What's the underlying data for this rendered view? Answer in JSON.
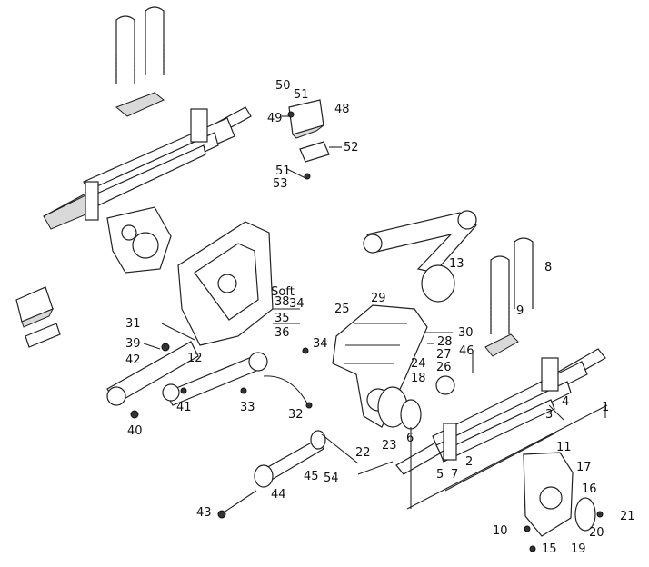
{
  "watermark": "AutoSoft",
  "callouts": [
    {
      "id": "c50",
      "text": "50"
    },
    {
      "id": "c51a",
      "text": "51"
    },
    {
      "id": "c48",
      "text": "48"
    },
    {
      "id": "c49",
      "text": "49"
    },
    {
      "id": "c52",
      "text": "52"
    },
    {
      "id": "c51b",
      "text": "51"
    },
    {
      "id": "c53",
      "text": "53"
    },
    {
      "id": "c13",
      "text": "13"
    },
    {
      "id": "c8",
      "text": "8"
    },
    {
      "id": "c9",
      "text": "9"
    },
    {
      "id": "c29",
      "text": "29"
    },
    {
      "id": "c30",
      "text": "30"
    },
    {
      "id": "c28",
      "text": "28"
    },
    {
      "id": "c27",
      "text": "27"
    },
    {
      "id": "c46",
      "text": "46"
    },
    {
      "id": "c24",
      "text": "24"
    },
    {
      "id": "c26",
      "text": "26"
    },
    {
      "id": "c18",
      "text": "18"
    },
    {
      "id": "c25",
      "text": "25"
    },
    {
      "id": "c34a",
      "text": "34"
    },
    {
      "id": "c35",
      "text": "35"
    },
    {
      "id": "c36",
      "text": "36"
    },
    {
      "id": "c38",
      "text": "38"
    },
    {
      "id": "c31",
      "text": "31"
    },
    {
      "id": "c39",
      "text": "39"
    },
    {
      "id": "c42",
      "text": "42"
    },
    {
      "id": "c12",
      "text": "12"
    },
    {
      "id": "c34b",
      "text": "34"
    },
    {
      "id": "c41",
      "text": "41"
    },
    {
      "id": "c33",
      "text": "33"
    },
    {
      "id": "c32",
      "text": "32"
    },
    {
      "id": "c40",
      "text": "40"
    },
    {
      "id": "c3",
      "text": "3"
    },
    {
      "id": "c4",
      "text": "4"
    },
    {
      "id": "c1",
      "text": "1"
    },
    {
      "id": "c6",
      "text": "6"
    },
    {
      "id": "c22",
      "text": "22"
    },
    {
      "id": "c23",
      "text": "23"
    },
    {
      "id": "c7",
      "text": "7"
    },
    {
      "id": "c5",
      "text": "5"
    },
    {
      "id": "c2",
      "text": "2"
    },
    {
      "id": "c54",
      "text": "54"
    },
    {
      "id": "c45",
      "text": "45"
    },
    {
      "id": "c44",
      "text": "44"
    },
    {
      "id": "c43",
      "text": "43"
    },
    {
      "id": "c11",
      "text": "11"
    },
    {
      "id": "c17",
      "text": "17"
    },
    {
      "id": "c16",
      "text": "16"
    },
    {
      "id": "c21",
      "text": "21"
    },
    {
      "id": "c20",
      "text": "20"
    },
    {
      "id": "c19",
      "text": "19"
    },
    {
      "id": "c10",
      "text": "10"
    },
    {
      "id": "c15",
      "text": "15"
    }
  ]
}
